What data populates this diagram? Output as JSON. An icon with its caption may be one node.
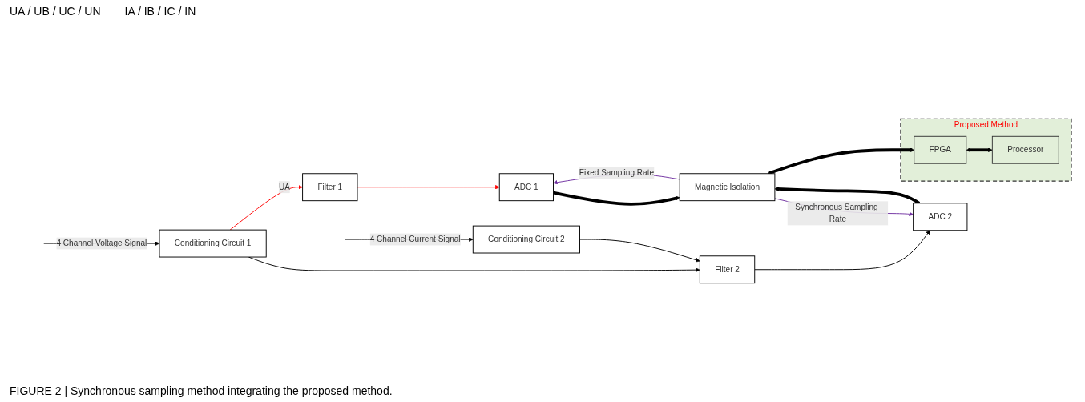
{
  "diagram": {
    "caption": "FIGURE 2 | Synchronous sampling method integrating the proposed method.",
    "nodes": [
      {
        "text": [
          "Conditioning Circuit 1"
        ]
      },
      {
        "text": [
          "Conditioning Circuit 2"
        ]
      },
      {
        "text": [
          "Filter 1"
        ]
      },
      {
        "text": [
          "Filter 2"
        ]
      },
      {
        "text": [
          "ADC 1"
        ]
      },
      {
        "text": [
          "ADC 2"
        ]
      },
      {
        "text": [
          "Magnetic Isolation"
        ]
      },
      {
        "text": [
          "Proposed Method"
        ]
      },
      {
        "text": [
          "FPGA"
        ],
        "in": 7
      },
      {
        "text": [
          "Processor"
        ],
        "in": 7
      }
    ],
    "edges": [
      {
        "from": null,
        "to": 0,
        "arrow": "to",
        "label": "4 Channel Voltage Signal"
      },
      {
        "from": null,
        "to": 1,
        "arrow": "to",
        "label": "4 Channel Current Signal"
      },
      {
        "from": 0,
        "to": 2,
        "arrow": "to",
        "label": "UA",
        "color": "#ff0000"
      },
      {
        "from": 0,
        "to": 3,
        "arrow": "to"
      },
      {
        "from": 1,
        "to": 3,
        "arrow": "to"
      },
      {
        "from": 2,
        "to": 4,
        "arrow": "to",
        "color": "#ff0000"
      },
      {
        "from": 3,
        "to": 5,
        "arrow": "to"
      },
      {
        "from": 4,
        "to": 6,
        "arrow": "to",
        "style": "thick"
      },
      {
        "from": 5,
        "to": 6,
        "arrow": "to",
        "style": "thick"
      },
      {
        "from": 6,
        "to": 4,
        "arrow": "to",
        "label": "Fixed Sampling Rate",
        "color": "#7030a0"
      },
      {
        "from": 6,
        "to": 5,
        "arrow": "to",
        "label": "Synchronous Sampling Rate",
        "color": "#7030a0"
      },
      {
        "from": 6,
        "to": 8,
        "arrow": "both",
        "style": "thick"
      },
      {
        "from": 8,
        "to": 9,
        "arrow": "both",
        "style": "thick"
      }
    ],
    "labels": [
      "UA / UB / UC / UN",
      "IA / IB / IC / IN"
    ]
  }
}
